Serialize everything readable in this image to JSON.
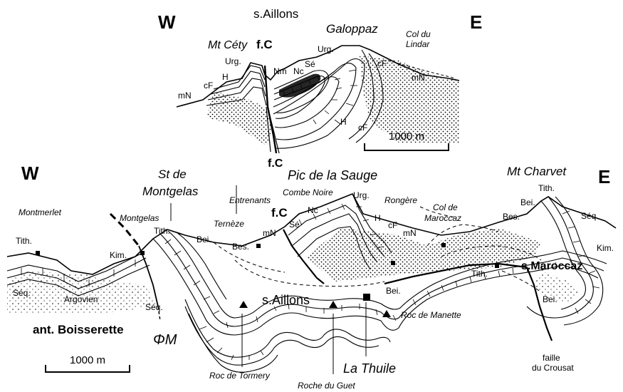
{
  "upper_section": {
    "dir_west": "W",
    "dir_east": "E",
    "title": "s.Aillons",
    "labels": {
      "mt_cety": "Mt Céty",
      "fc_top": "f.C",
      "fc_bottom": "f.C",
      "galoppaz": "Galoppaz",
      "col_du_lindar_1": "Col du",
      "col_du_lindar_2": "Lindar",
      "urg_left": "Urg.",
      "urg_right": "Urg.",
      "nm": "Nm",
      "nc": "Nc",
      "se": "Sé",
      "h_left": "H",
      "h_right": "H",
      "cf_left": "cF",
      "cf_right": "cF",
      "cf_lower": "cF",
      "mn_left": "mN",
      "mn_right": "mN"
    },
    "scale": "1000 m"
  },
  "lower_section": {
    "dir_west": "W",
    "dir_east": "E",
    "labels": {
      "st_de_1": "St de",
      "st_de_2": "Montgelas",
      "pic_de_la_sauge": "Pic de la Sauge",
      "combe_noire": "Combe Noire",
      "mt_charvet": "Mt Charvet",
      "montmerlet": "Montmerlet",
      "montgelas": "Montgelas",
      "terneze": "Ternèze",
      "entrenants": "Entrenants",
      "rongere": "Rongère",
      "col_de_maroccaz_1": "Col de",
      "col_de_maroccaz_2": "Maroccaz",
      "tith_1": "Tith.",
      "tith_2": "Tith.",
      "tith_3": "Tith.",
      "tith_4": "Tith.",
      "kim_left": "Kim.",
      "kim_right": "Kim.",
      "seq_1": "Séq.",
      "seq_2": "Séq.",
      "seq_3": "Séq.",
      "argovien": "Argovien",
      "bei_1": "Bei.",
      "bei_2": "Bei.",
      "bei_3": "Bei.",
      "bei_4": "Bei.",
      "bes_1": "Bes.",
      "bes_2": "Bes.",
      "fc": "f.C",
      "mn_1": "mN",
      "mn_2": "mN",
      "se": "Sé",
      "nc": "Nc",
      "urg": "Urg.",
      "h": "H",
      "cf": "cF",
      "s_aillons": "s.Aillons",
      "s_maroccaz": "s.Maroccaz",
      "ant_boisserette": "ant. Boisserette",
      "phi_m": "ΦM",
      "roc_de_manette": "Roc de Manette",
      "roc_de_tormery": "Roc de Tormery",
      "roche_du_guet": "Roche du Guet",
      "la_thuile": "La Thuile",
      "faille_1": "faille",
      "faille_2": "du Crousat"
    },
    "scale": "1000 m"
  }
}
